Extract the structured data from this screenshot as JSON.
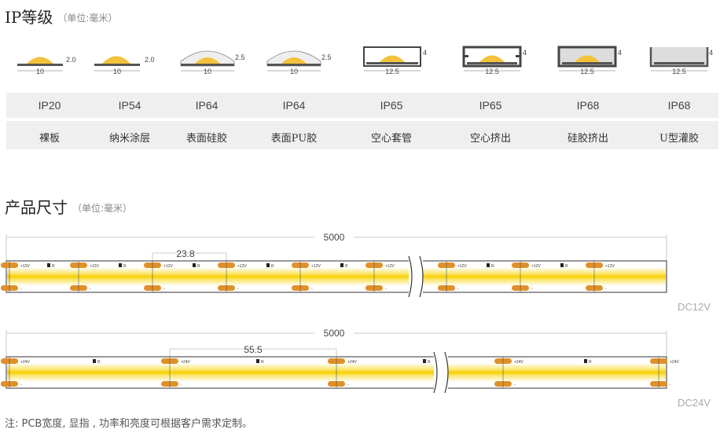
{
  "section1": {
    "title": "IP等级",
    "unit_note": "（单位:毫米）"
  },
  "section2": {
    "title": "产品尺寸",
    "unit_note": "（单位:毫米）"
  },
  "ip_profiles": [
    {
      "width_label": "10",
      "height_label": "2.0"
    },
    {
      "width_label": "10",
      "height_label": "2.0"
    },
    {
      "width_label": "10",
      "height_label": "2.5"
    },
    {
      "width_label": "10",
      "height_label": "2.5"
    },
    {
      "width_label": "12.5",
      "height_label": "4"
    },
    {
      "width_label": "12.5",
      "height_label": "4"
    },
    {
      "width_label": "12.5",
      "height_label": "4"
    },
    {
      "width_label": "12.5",
      "height_label": "4"
    }
  ],
  "ip_table": {
    "ratings": [
      "IP20",
      "IP54",
      "IP64",
      "IP64",
      "IP65",
      "IP65",
      "IP68",
      "IP68"
    ],
    "types": [
      "裸板",
      "纳米涂层",
      "表面硅胶",
      "表面PU胶",
      "空心套管",
      "空心挤出",
      "硅胶挤出",
      "U型灌胶"
    ]
  },
  "strip_12v": {
    "length": "5000",
    "pitch": "23.8",
    "voltage": "DC12V",
    "pos_label": "+12V",
    "neg_label": "-",
    "res_label": "R"
  },
  "strip_24v": {
    "length": "5000",
    "pitch": "55.5",
    "voltage": "DC24V",
    "pos_label": "+24V",
    "neg_label": "-",
    "res_label": "R"
  },
  "footnote": "注: PCB宽度, 显指 , 功率和亮度可根据客户需求定制。",
  "colors": {
    "led_yellow": "#f5d000",
    "pad_orange": "#e0902a",
    "band_gray": "#efefef"
  }
}
